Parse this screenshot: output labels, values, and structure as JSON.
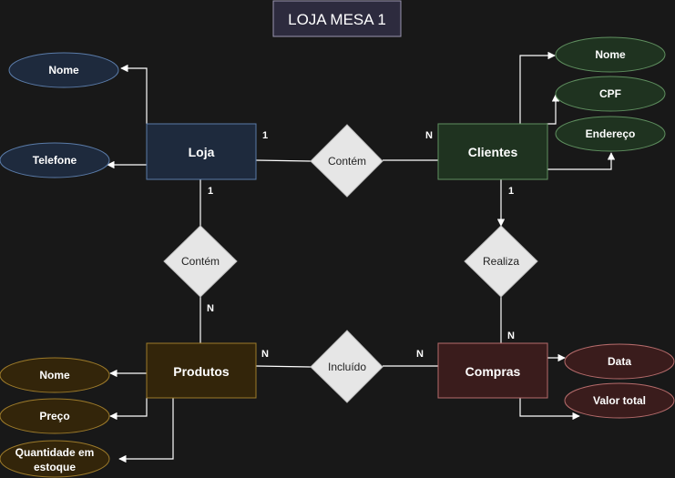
{
  "title": "LOJA MESA 1",
  "colors": {
    "background": "#181818",
    "line": "#ffffff",
    "loja_fill": "#1e2a3d",
    "loja_stroke": "#5a7ba8",
    "clientes_fill": "#1f3320",
    "clientes_stroke": "#5f8f5f",
    "produtos_fill": "#33250a",
    "produtos_stroke": "#9c7a2a",
    "compras_fill": "#3a1c1c",
    "compras_stroke": "#b56b6b",
    "relationship_fill": "#e6e6e6",
    "title_fill": "#2d2b3e"
  },
  "entities": {
    "loja": "Loja",
    "clientes": "Clientes",
    "produtos": "Produtos",
    "compras": "Compras"
  },
  "relationships": {
    "contem_loja_clientes": "Contém",
    "contem_loja_produtos": "Contém",
    "realiza": "Realiza",
    "incluido": "Incluído"
  },
  "attributes": {
    "loja_nome": "Nome",
    "loja_telefone": "Telefone",
    "clientes_nome": "Nome",
    "clientes_cpf": "CPF",
    "clientes_endereco": "Endereço",
    "produtos_nome": "Nome",
    "produtos_preco": "Preço",
    "produtos_quantidade_line1": "Quantidade em",
    "produtos_quantidade_line2": "estoque",
    "compras_data": "Data",
    "compras_valor_total": "Valor total"
  },
  "cardinalities": {
    "loja_to_contem": "1",
    "clientes_to_contem": "N",
    "loja_to_contem_produtos": "1",
    "produtos_to_contem": "N",
    "clientes_to_realiza": "1",
    "compras_to_realiza": "N",
    "produtos_to_incluido": "N",
    "compras_to_incluido": "N"
  }
}
